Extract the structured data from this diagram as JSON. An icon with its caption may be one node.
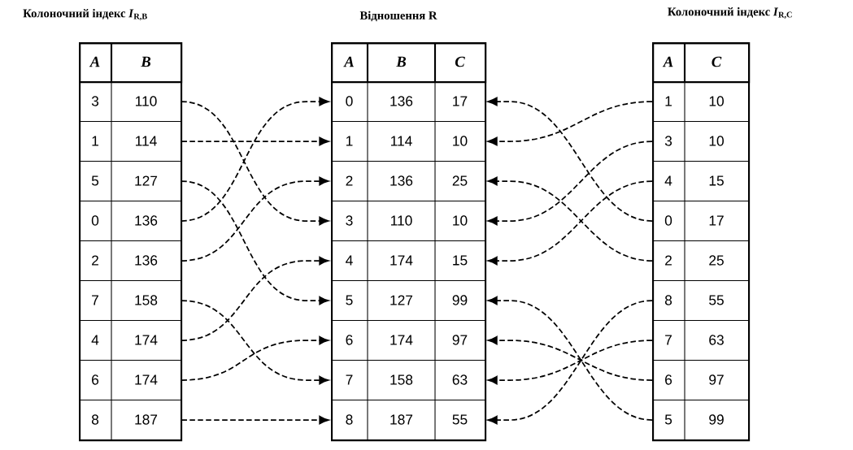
{
  "diagram": {
    "nodes": [
      {
        "text": [
          "Колоночний індекс *I*$_{R,B}$"
        ]
      },
      {
        "text": [
          "A",
          "B"
        ],
        "in": 0
      },
      {
        "text": [
          "3",
          "110"
        ],
        "in": 0
      },
      {
        "text": [
          "1",
          "114"
        ],
        "in": 0
      },
      {
        "text": [
          "5",
          "127"
        ],
        "in": 0
      },
      {
        "text": [
          "0",
          "136"
        ],
        "in": 0
      },
      {
        "text": [
          "2",
          "136"
        ],
        "in": 0
      },
      {
        "text": [
          "7",
          "158"
        ],
        "in": 0
      },
      {
        "text": [
          "4",
          "174"
        ],
        "in": 0
      },
      {
        "text": [
          "6",
          "174"
        ],
        "in": 0
      },
      {
        "text": [
          "8",
          "187"
        ],
        "in": 0
      },
      {
        "text": [
          "Відношення R"
        ]
      },
      {
        "text": [
          "A",
          "B",
          "C"
        ],
        "in": 11
      },
      {
        "text": [
          "0",
          "136",
          "17"
        ],
        "in": 11
      },
      {
        "text": [
          "1",
          "114",
          "10"
        ],
        "in": 11
      },
      {
        "text": [
          "2",
          "136",
          "25"
        ],
        "in": 11
      },
      {
        "text": [
          "3",
          "110",
          "10"
        ],
        "in": 11
      },
      {
        "text": [
          "4",
          "174",
          "15"
        ],
        "in": 11
      },
      {
        "text": [
          "5",
          "127",
          "99"
        ],
        "in": 11
      },
      {
        "text": [
          "6",
          "174",
          "97"
        ],
        "in": 11
      },
      {
        "text": [
          "7",
          "158",
          "63"
        ],
        "in": 11
      },
      {
        "text": [
          "8",
          "187",
          "55"
        ],
        "in": 11
      },
      {
        "text": [
          "Колоночний індекс *I*$_{R,C}$"
        ]
      },
      {
        "text": [
          "A",
          "C"
        ],
        "in": 22
      },
      {
        "text": [
          "1",
          "10"
        ],
        "in": 22
      },
      {
        "text": [
          "3",
          "10"
        ],
        "in": 22
      },
      {
        "text": [
          "4",
          "15"
        ],
        "in": 22
      },
      {
        "text": [
          "0",
          "17"
        ],
        "in": 22
      },
      {
        "text": [
          "2",
          "25"
        ],
        "in": 22
      },
      {
        "text": [
          "8",
          "55"
        ],
        "in": 22
      },
      {
        "text": [
          "7",
          "63"
        ],
        "in": 22
      },
      {
        "text": [
          "6",
          "97"
        ],
        "in": 22
      },
      {
        "text": [
          "5",
          "99"
        ],
        "in": 22
      }
    ],
    "edges": [
      {
        "from": 2,
        "to": 16,
        "arrow": "to",
        "style": "dashed"
      },
      {
        "from": 3,
        "to": 14,
        "arrow": "to",
        "style": "dashed"
      },
      {
        "from": 4,
        "to": 18,
        "arrow": "to",
        "style": "dashed"
      },
      {
        "from": 5,
        "to": 13,
        "arrow": "to",
        "style": "dashed"
      },
      {
        "from": 6,
        "to": 15,
        "arrow": "to",
        "style": "dashed"
      },
      {
        "from": 7,
        "to": 20,
        "arrow": "to",
        "style": "dashed"
      },
      {
        "from": 8,
        "to": 17,
        "arrow": "to",
        "style": "dashed"
      },
      {
        "from": 9,
        "to": 19,
        "arrow": "to",
        "style": "dashed"
      },
      {
        "from": 10,
        "to": 21,
        "arrow": "to",
        "style": "dashed"
      },
      {
        "from": 24,
        "to": 14,
        "arrow": "to",
        "style": "dashed"
      },
      {
        "from": 25,
        "to": 16,
        "arrow": "to",
        "style": "dashed"
      },
      {
        "from": 26,
        "to": 17,
        "arrow": "to",
        "style": "dashed"
      },
      {
        "from": 27,
        "to": 13,
        "arrow": "to",
        "style": "dashed"
      },
      {
        "from": 28,
        "to": 15,
        "arrow": "to",
        "style": "dashed"
      },
      {
        "from": 29,
        "to": 21,
        "arrow": "to",
        "style": "dashed"
      },
      {
        "from": 30,
        "to": 20,
        "arrow": "to",
        "style": "dashed"
      },
      {
        "from": 31,
        "to": 19,
        "arrow": "to",
        "style": "dashed"
      },
      {
        "from": 32,
        "to": 18,
        "arrow": "to",
        "style": "dashed"
      }
    ]
  }
}
